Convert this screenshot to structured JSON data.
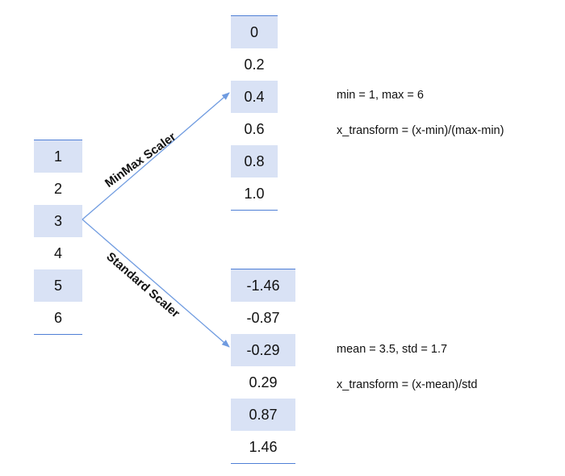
{
  "input": {
    "values": [
      "1",
      "2",
      "3",
      "4",
      "5",
      "6"
    ]
  },
  "minmax": {
    "label": "MinMax Scaler",
    "values": [
      "0",
      "0.2",
      "0.4",
      "0.6",
      "0.8",
      "1.0"
    ],
    "params": "min = 1, max = 6",
    "formula": "x_transform = (x-min)/(max-min)"
  },
  "standard": {
    "label": "Standard Scaler",
    "values": [
      "-1.46",
      "-0.87",
      "-0.29",
      "0.29",
      "0.87",
      "1.46"
    ],
    "params": "mean = 3.5, std = 1.7",
    "formula": "x_transform = (x-mean)/std"
  },
  "colors": {
    "shade": "#d9e2f5",
    "line": "#4f7fd6",
    "arrow": "#6f9be0"
  }
}
